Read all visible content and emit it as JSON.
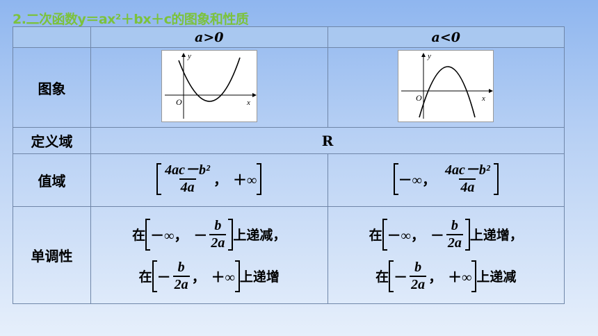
{
  "title": "2.二次函数y＝ax²＋bx＋c的图象和性质",
  "header": {
    "col1": "a>0",
    "col2": "a<0"
  },
  "rows": {
    "graph_label": "图象",
    "domain_label": "定义域",
    "domain_value": "R",
    "range_label": "值域",
    "monotonic_label": "单调性"
  },
  "graph_labels": {
    "y": "y",
    "x": "x",
    "o": "O"
  },
  "range": {
    "pos": {
      "num": "4ac－b²",
      "den": "4a",
      "sep": "，",
      "inf": "＋∞"
    },
    "neg": {
      "inf": "－∞",
      "sep": "，",
      "num": "4ac－b²",
      "den": "4a"
    }
  },
  "monotonic": {
    "pos": {
      "line1": {
        "zai": "在",
        "inf": "－∞",
        "sep": "，",
        "minus": "－",
        "num": "b",
        "den": "2a",
        "tail": "上递减，"
      },
      "line2": {
        "zai": "在",
        "minus": "－",
        "num": "b",
        "den": "2a",
        "sep": "，",
        "inf": "＋∞",
        "tail": "上递增"
      }
    },
    "neg": {
      "line1": {
        "zai": "在",
        "inf": "－∞",
        "sep": "，",
        "minus": "－",
        "num": "b",
        "den": "2a",
        "tail": "上递增，"
      },
      "line2": {
        "zai": "在",
        "minus": "－",
        "num": "b",
        "den": "2a",
        "sep": "，",
        "inf": "＋∞",
        "tail": "上递减"
      }
    }
  }
}
